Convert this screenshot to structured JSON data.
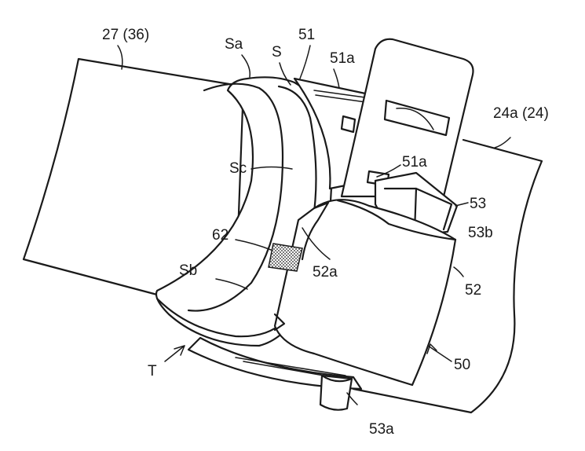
{
  "labels": {
    "pipe": "27 (36)",
    "ring_outer_a": "Sa",
    "ring": "S",
    "band": "51",
    "band_edge_top": "51a",
    "panel": "24a (24)",
    "ring_face": "Sc",
    "band_edge_mid": "51a",
    "head": "53",
    "head_face": "53b",
    "marker": "62",
    "collar_edge": "52a",
    "collar": "52",
    "ring_outer_b": "Sb",
    "assembly": "50",
    "tool_dir": "T",
    "pin": "53a"
  }
}
